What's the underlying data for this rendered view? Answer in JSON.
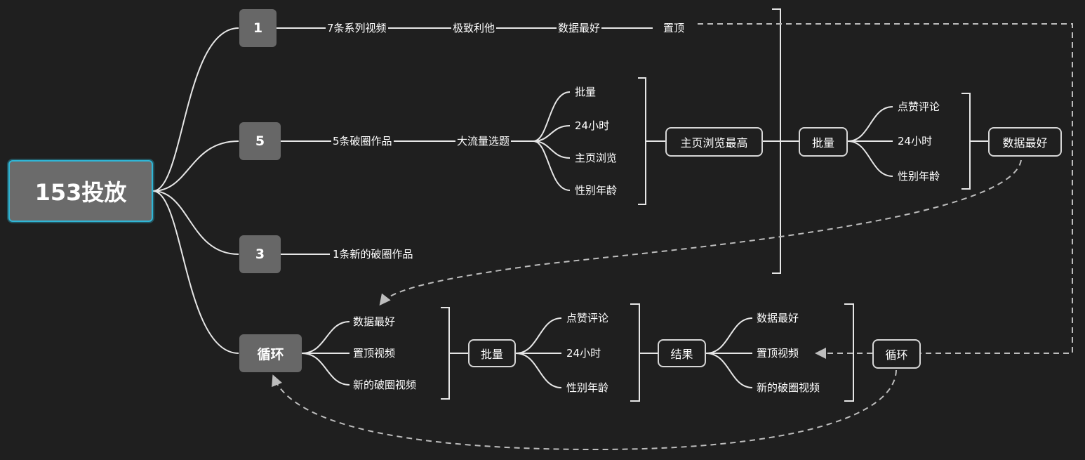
{
  "root": {
    "label": "153投放"
  },
  "branches": {
    "b1": {
      "label": "1"
    },
    "b5": {
      "label": "5"
    },
    "b3": {
      "label": "3"
    },
    "loop": {
      "label": "循环"
    }
  },
  "row1": {
    "series_videos": "7条系列视频",
    "benefit_others": "极致利他",
    "best_data": "数据最好",
    "pin": "置顶"
  },
  "row5": {
    "breakout_works": "5条破圈作品",
    "big_traffic_topic": "大流量选题",
    "criteria": [
      "批量",
      "24小时",
      "主页浏览",
      "性别年龄"
    ],
    "homepage_highest": "主页浏览最高",
    "batch": "批量",
    "metrics": [
      "点赞评论",
      "24小时",
      "性别年龄"
    ],
    "best_data": "数据最好"
  },
  "row3": {
    "new_breakout": "1条新的破圈作品"
  },
  "loop_row": {
    "items": [
      "数据最好",
      "置顶视频",
      "新的破圈视频"
    ],
    "batch": "批量",
    "metrics": [
      "点赞评论",
      "24小时",
      "性别年龄"
    ],
    "result": "结果",
    "results": [
      "数据最好",
      "置顶视频",
      "新的破圈视频"
    ],
    "cycle": "循环"
  },
  "colors": {
    "background": "#1f1f1f",
    "node_fill": "#676767",
    "root_border": "#2fb6d6",
    "line": "#e6e6e6",
    "dashed": "#bdbdbd"
  }
}
